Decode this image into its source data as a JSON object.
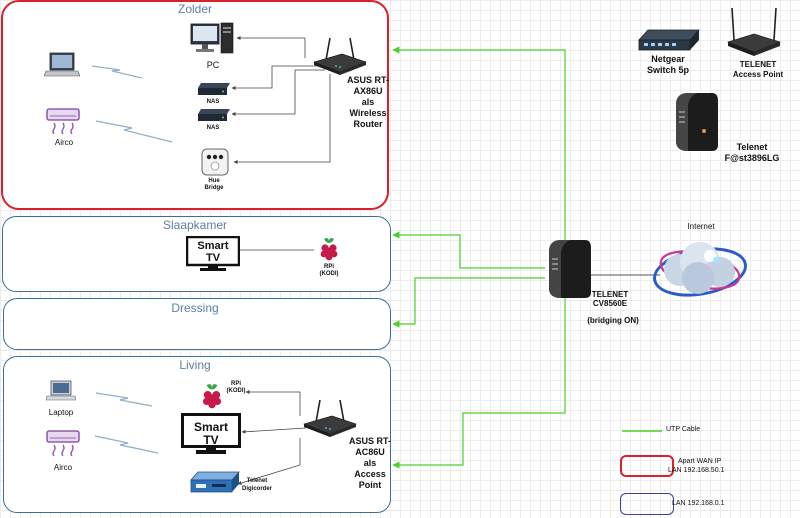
{
  "rooms": {
    "zolder": "Zolder",
    "slaapkamer": "Slaapkamer",
    "dressing": "Dressing",
    "living": "Living"
  },
  "zolder": {
    "pc": "PC",
    "nas1": "NAS",
    "nas2": "NAS",
    "hue_bridge_1": "Hue",
    "hue_bridge_2": "Bridge",
    "airco": "Airco",
    "router": [
      "ASUS RT-",
      "AX86U",
      "als",
      "Wireless",
      "Router"
    ]
  },
  "slaapkamer": {
    "tv": [
      "Smart",
      "TV"
    ],
    "rpi": [
      "RPi",
      "(KODI)"
    ]
  },
  "living": {
    "laptop": "Laptop",
    "airco": "Airco",
    "rpi": [
      "RPi",
      "(KODI)"
    ],
    "tv": [
      "Smart",
      "TV"
    ],
    "digicorder": [
      "Telenet",
      "Digicorder"
    ],
    "ap": [
      "ASUS RT-",
      "AC86U",
      "als",
      "Access",
      "Point"
    ]
  },
  "core": {
    "modem": [
      "TELENET",
      "CV8560E"
    ],
    "bridging": "(bridging ON)",
    "internet": "Internet"
  },
  "inventory": {
    "switch": [
      "Netgear",
      "Switch 5p"
    ],
    "access_point": [
      "TELENET",
      "Access Point"
    ],
    "modem2": [
      "Telenet",
      "F@st3896LG"
    ]
  },
  "legend": {
    "utp": "UTP Cable",
    "red": [
      "Apart WAN IP",
      "LAN 192.168.50.1"
    ],
    "blue": "LAN 192.168.0.1"
  },
  "colors": {
    "cable": "#4ccf2c",
    "zolder_border": "#d9202b",
    "room_border": "#3a6f9a",
    "room_title": "#5b7fa6",
    "blue_lan": "#3b3fa0"
  },
  "icons": [
    "laptop-icon",
    "airco-icon",
    "pc-icon",
    "nas-icon",
    "router-icon",
    "hue-bridge-icon",
    "tv-icon",
    "raspberry-pi-icon",
    "digicorder-icon",
    "modem-icon",
    "internet-cloud-icon",
    "switch-icon",
    "access-point-icon",
    "wireless-link-icon"
  ]
}
